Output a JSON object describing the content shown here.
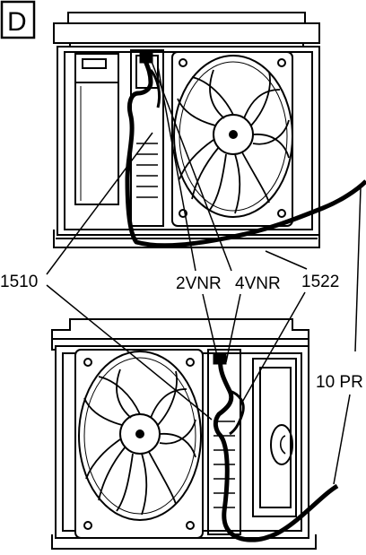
{
  "figure": {
    "panel_letter": "D",
    "labels": {
      "l1510": "1510",
      "l2vnr": "2VNR",
      "l4vnr": "4VNR",
      "l1522": "1522",
      "l10pr": "10 PR"
    }
  },
  "colors": {
    "line": "#000000",
    "background": "#ffffff",
    "shade": "#d9d9d9"
  }
}
